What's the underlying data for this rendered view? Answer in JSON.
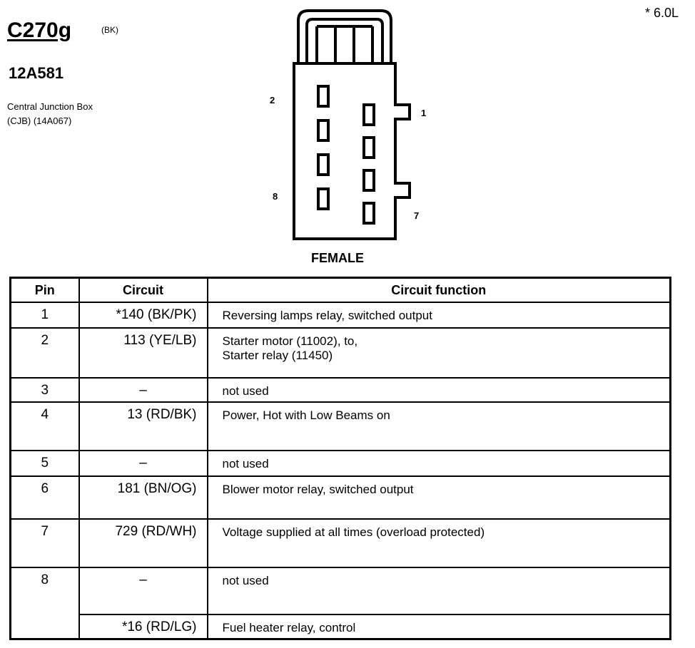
{
  "header": {
    "connector_id": "C270g",
    "color_code": "(BK)",
    "part_number": "12A581",
    "description_line1": "Central Junction Box",
    "description_line2": "(CJB) (14A067)",
    "note": "* 6.0L"
  },
  "diagram": {
    "pin_labels": [
      "2",
      "1",
      "8",
      "7"
    ],
    "gender": "FEMALE"
  },
  "table": {
    "headers": [
      "Pin",
      "Circuit",
      "Circuit function"
    ],
    "rows": [
      {
        "pin": "1",
        "circuit": "*140 (BK/PK)",
        "function": [
          "Reversing lamps relay, switched output"
        ]
      },
      {
        "pin": "2",
        "circuit": "113 (YE/LB)",
        "function": [
          "Starter motor (11002), to,",
          "Starter relay (11450)"
        ]
      },
      {
        "pin": "3",
        "circuit": "–",
        "function": [
          "not used"
        ]
      },
      {
        "pin": "4",
        "circuit": "13 (RD/BK)",
        "function": [
          "Power, Hot with Low Beams on"
        ]
      },
      {
        "pin": "5",
        "circuit": "–",
        "function": [
          "not used"
        ]
      },
      {
        "pin": "6",
        "circuit": "181 (BN/OG)",
        "function": [
          "Blower motor relay, switched output"
        ]
      },
      {
        "pin": "7",
        "circuit": "729 (RD/WH)",
        "function": [
          "Voltage supplied at all times (overload protected)"
        ]
      },
      {
        "pin": "8",
        "circuit": "–",
        "function": [
          "not used"
        ]
      },
      {
        "pin": "",
        "circuit": "*16 (RD/LG)",
        "function": [
          "Fuel heater relay, control"
        ]
      }
    ]
  }
}
